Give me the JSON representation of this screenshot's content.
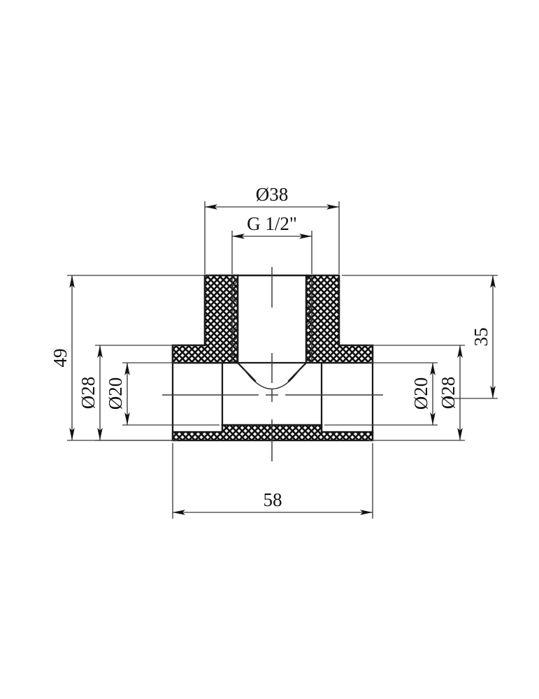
{
  "drawing": {
    "title": "PPR Tee Fitting with Female Threaded Branch - Cross Section",
    "type": "engineering-dimension-drawing",
    "projection": "front-section",
    "units": "mm",
    "background_color": "#ffffff",
    "line_color": "#111111",
    "dimension_color": "#3a3a3a"
  },
  "dimensions": {
    "top_outer": {
      "label": "Ø38",
      "value": 38,
      "unit": "mm",
      "orientation": "horizontal",
      "position": "top",
      "description": "outer diameter of threaded branch socket"
    },
    "top_thread": {
      "label": "G 1/2\"",
      "value": "G 1/2\"",
      "unit": "inch-thread",
      "orientation": "horizontal",
      "position": "top",
      "description": "female pipe thread size of vertical branch"
    },
    "left_overall_height": {
      "label": "49",
      "value": 49,
      "unit": "mm",
      "orientation": "vertical",
      "position": "left",
      "description": "overall height of fitting"
    },
    "left_outer_dia": {
      "label": "Ø28",
      "value": 28,
      "unit": "mm",
      "orientation": "vertical",
      "position": "left",
      "description": "outer diameter of horizontal run socket"
    },
    "left_inner_dia": {
      "label": "Ø20",
      "value": 20,
      "unit": "mm",
      "orientation": "vertical",
      "position": "left",
      "description": "inner bore diameter of horizontal run"
    },
    "right_inner_dia": {
      "label": "Ø20",
      "value": 20,
      "unit": "mm",
      "orientation": "vertical",
      "position": "right",
      "description": "inner bore diameter of horizontal run"
    },
    "right_outer_dia": {
      "label": "Ø28",
      "value": 28,
      "unit": "mm",
      "orientation": "vertical",
      "position": "right",
      "description": "outer diameter of horizontal run socket"
    },
    "right_branch_height": {
      "label": "35",
      "value": 35,
      "unit": "mm",
      "orientation": "vertical",
      "position": "right",
      "description": "height from branch top to run centerline region"
    },
    "bottom_length": {
      "label": "58",
      "value": 58,
      "unit": "mm",
      "orientation": "horizontal",
      "position": "bottom",
      "description": "overall length of horizontal run"
    }
  }
}
